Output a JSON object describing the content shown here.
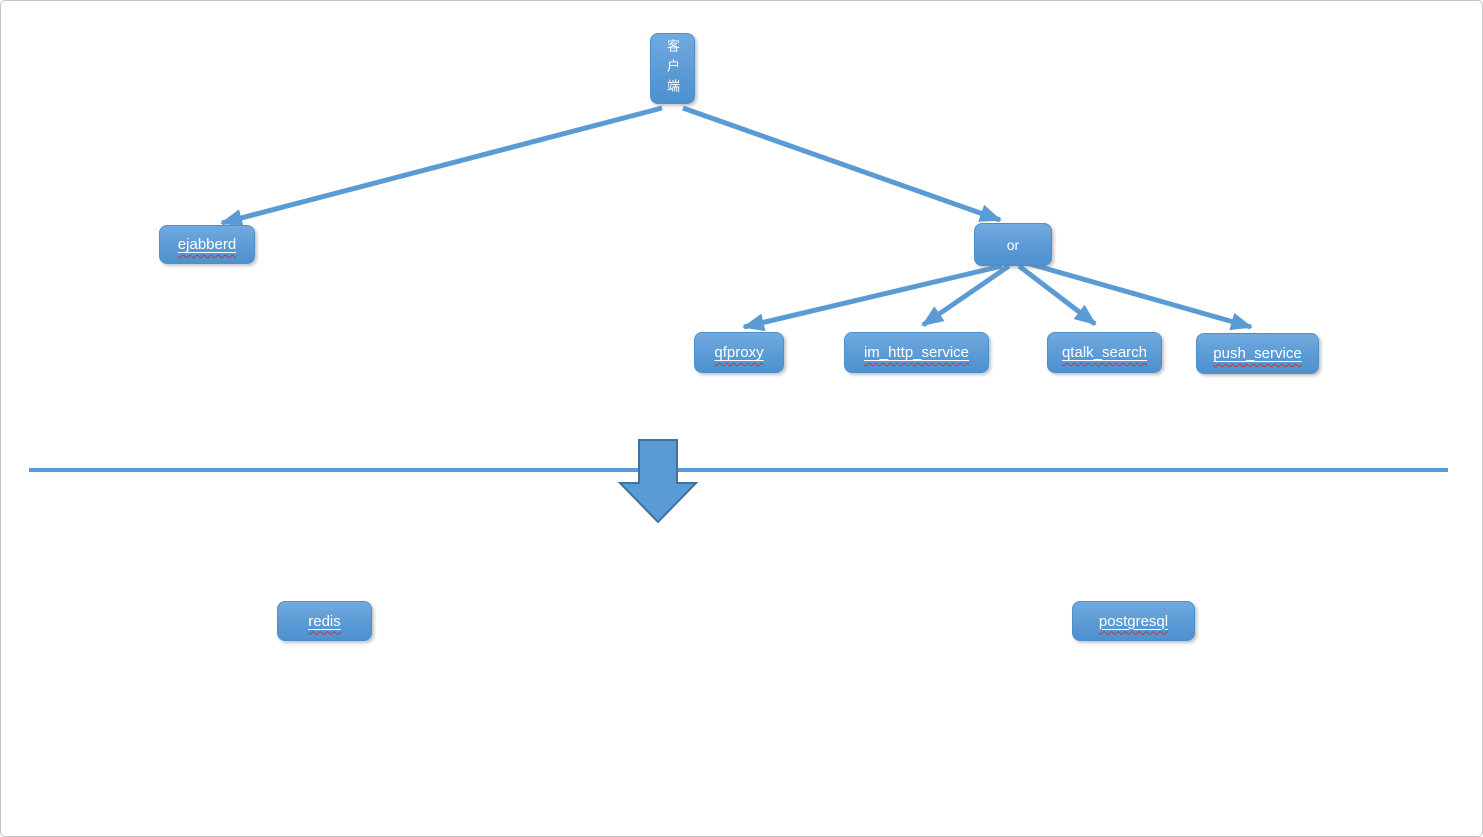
{
  "colors": {
    "accent_blue": "#5b9bd5",
    "box_gradient_top": "#71aadf",
    "box_gradient_bottom": "#4d91d1",
    "box_border": "#4e8fc9",
    "big_arrow_border": "#41719c",
    "spellcheck_red": "#cc3333",
    "page_border": "#c6c6c6",
    "text_white": "#ffffff"
  },
  "diagram": {
    "nodes": [
      {
        "id": "client",
        "label": "客户端"
      },
      {
        "id": "ejabberd",
        "label": "ejabberd"
      },
      {
        "id": "or",
        "label": "or"
      },
      {
        "id": "qfproxy",
        "label": "qfproxy"
      },
      {
        "id": "im_http_service",
        "label": "im_http_service"
      },
      {
        "id": "qtalk_search",
        "label": "qtalk_search"
      },
      {
        "id": "push_service",
        "label": "push_service"
      },
      {
        "id": "redis",
        "label": "redis"
      },
      {
        "id": "postgresql",
        "label": "postgresql"
      }
    ],
    "edges": [
      {
        "from": "client",
        "to": "ejabberd"
      },
      {
        "from": "client",
        "to": "or"
      },
      {
        "from": "or",
        "to": "qfproxy"
      },
      {
        "from": "or",
        "to": "im_http_service"
      },
      {
        "from": "or",
        "to": "qtalk_search"
      },
      {
        "from": "or",
        "to": "push_service"
      }
    ],
    "separator": {
      "type": "horizontal-line"
    },
    "flow_arrow": {
      "type": "block-arrow-down"
    }
  }
}
